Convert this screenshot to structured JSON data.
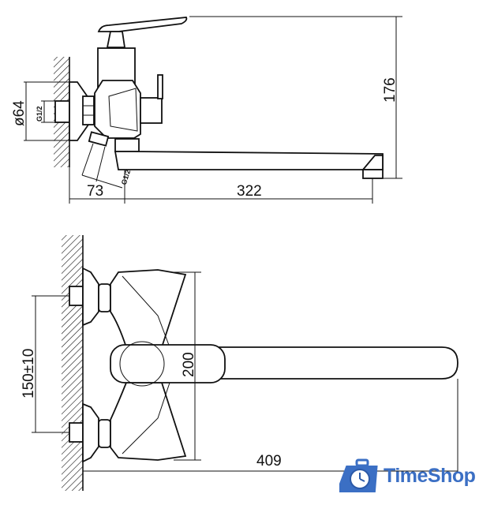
{
  "side_view": {
    "dim_height": "176",
    "dim_spout_length": "322",
    "dim_wall_offset": "73",
    "dim_flange_diameter": "ø64",
    "thread_inlet": "G1/2",
    "thread_hose": "G1/2"
  },
  "top_view": {
    "dim_body_height": "200",
    "dim_inlet_spacing": "150±10",
    "dim_total_length": "409"
  },
  "logo": {
    "text": "TimeShop",
    "color": "#3b6fc4"
  }
}
